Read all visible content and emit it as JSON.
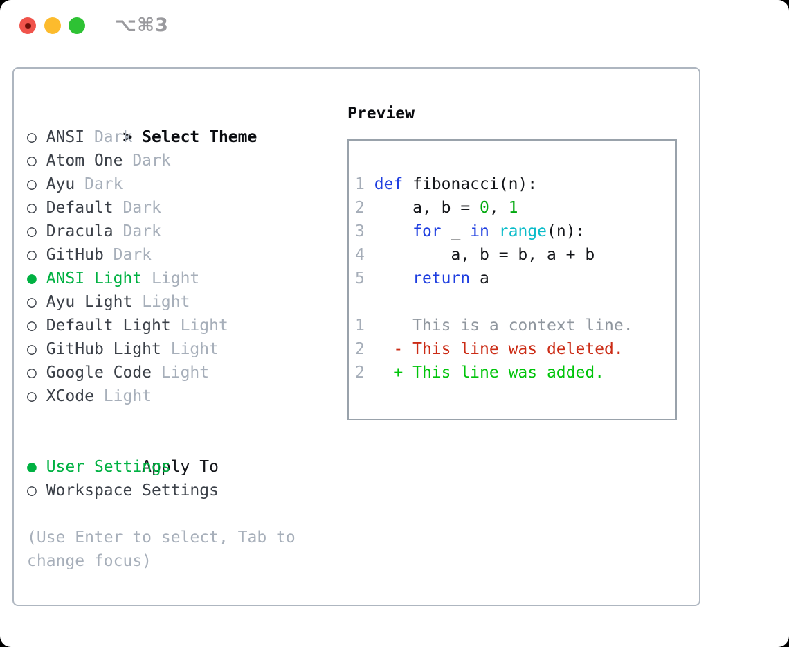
{
  "window": {
    "shortcut": "⌥⌘3",
    "traffic_lights": [
      {
        "name": "close",
        "color": "#f0534b"
      },
      {
        "name": "minimize",
        "color": "#fcbb2d"
      },
      {
        "name": "zoom",
        "color": "#2ec234"
      }
    ]
  },
  "colors": {
    "accent_green": "#00b142",
    "diff_added_green": "#00c40a",
    "diff_deleted_red": "#cb2c16",
    "keyword_blue": "#1e3ee0",
    "builtin_cyan": "#0abcc9",
    "number_green": "#00a80d",
    "muted_gray": "#a7afba",
    "context_gray": "#8f969e",
    "panel_border": "#aeb6c0"
  },
  "theme_panel": {
    "focus_prefix": ">",
    "heading": "Select Theme",
    "radio_unselected": "○",
    "radio_selected": "●",
    "themes": [
      {
        "name": "ANSI",
        "variant": "Dark",
        "selected": false
      },
      {
        "name": "Atom One",
        "variant": "Dark",
        "selected": false
      },
      {
        "name": "Ayu",
        "variant": "Dark",
        "selected": false
      },
      {
        "name": "Default",
        "variant": "Dark",
        "selected": false
      },
      {
        "name": "Dracula",
        "variant": "Dark",
        "selected": false
      },
      {
        "name": "GitHub",
        "variant": "Dark",
        "selected": false
      },
      {
        "name": "ANSI Light",
        "variant": "Light",
        "selected": true
      },
      {
        "name": "Ayu Light",
        "variant": "Light",
        "selected": false
      },
      {
        "name": "Default Light",
        "variant": "Light",
        "selected": false
      },
      {
        "name": "GitHub Light",
        "variant": "Light",
        "selected": false
      },
      {
        "name": "Google Code",
        "variant": "Light",
        "selected": false
      },
      {
        "name": "XCode",
        "variant": "Light",
        "selected": false
      }
    ],
    "apply_to": {
      "heading": "Apply To",
      "options": [
        {
          "label": "User Settings",
          "selected": true
        },
        {
          "label": "Workspace Settings",
          "selected": false
        }
      ]
    },
    "help_lines": [
      "(Use Enter to select, Tab to",
      "change focus)"
    ]
  },
  "preview": {
    "heading": "Preview",
    "code_lines": [
      {
        "number": "1",
        "segments": [
          {
            "text": "def",
            "cls": "kw"
          },
          {
            "text": " fibonacci(n):",
            "cls": "pl"
          }
        ]
      },
      {
        "number": "2",
        "segments": [
          {
            "text": "    a, b = ",
            "cls": "pl"
          },
          {
            "text": "0",
            "cls": "num"
          },
          {
            "text": ", ",
            "cls": "pl"
          },
          {
            "text": "1",
            "cls": "num"
          }
        ]
      },
      {
        "number": "3",
        "segments": [
          {
            "text": "    ",
            "cls": "pl"
          },
          {
            "text": "for",
            "cls": "kw"
          },
          {
            "text": " _ ",
            "cls": "pl"
          },
          {
            "text": "in",
            "cls": "kw"
          },
          {
            "text": " ",
            "cls": "pl"
          },
          {
            "text": "range",
            "cls": "fn"
          },
          {
            "text": "(n):",
            "cls": "pl"
          }
        ]
      },
      {
        "number": "4",
        "segments": [
          {
            "text": "        a, b = b, a + b",
            "cls": "pl"
          }
        ]
      },
      {
        "number": "5",
        "segments": [
          {
            "text": "    ",
            "cls": "pl"
          },
          {
            "text": "return",
            "cls": "kw"
          },
          {
            "text": " a",
            "cls": "pl"
          }
        ]
      }
    ],
    "diff_lines": [
      {
        "number": "1",
        "marker": " ",
        "text": "This is a context line.",
        "type": "context"
      },
      {
        "number": "2",
        "marker": "-",
        "text": "This line was deleted.",
        "type": "deleted"
      },
      {
        "number": "2",
        "marker": "+",
        "text": "This line was added.",
        "type": "added"
      }
    ]
  }
}
